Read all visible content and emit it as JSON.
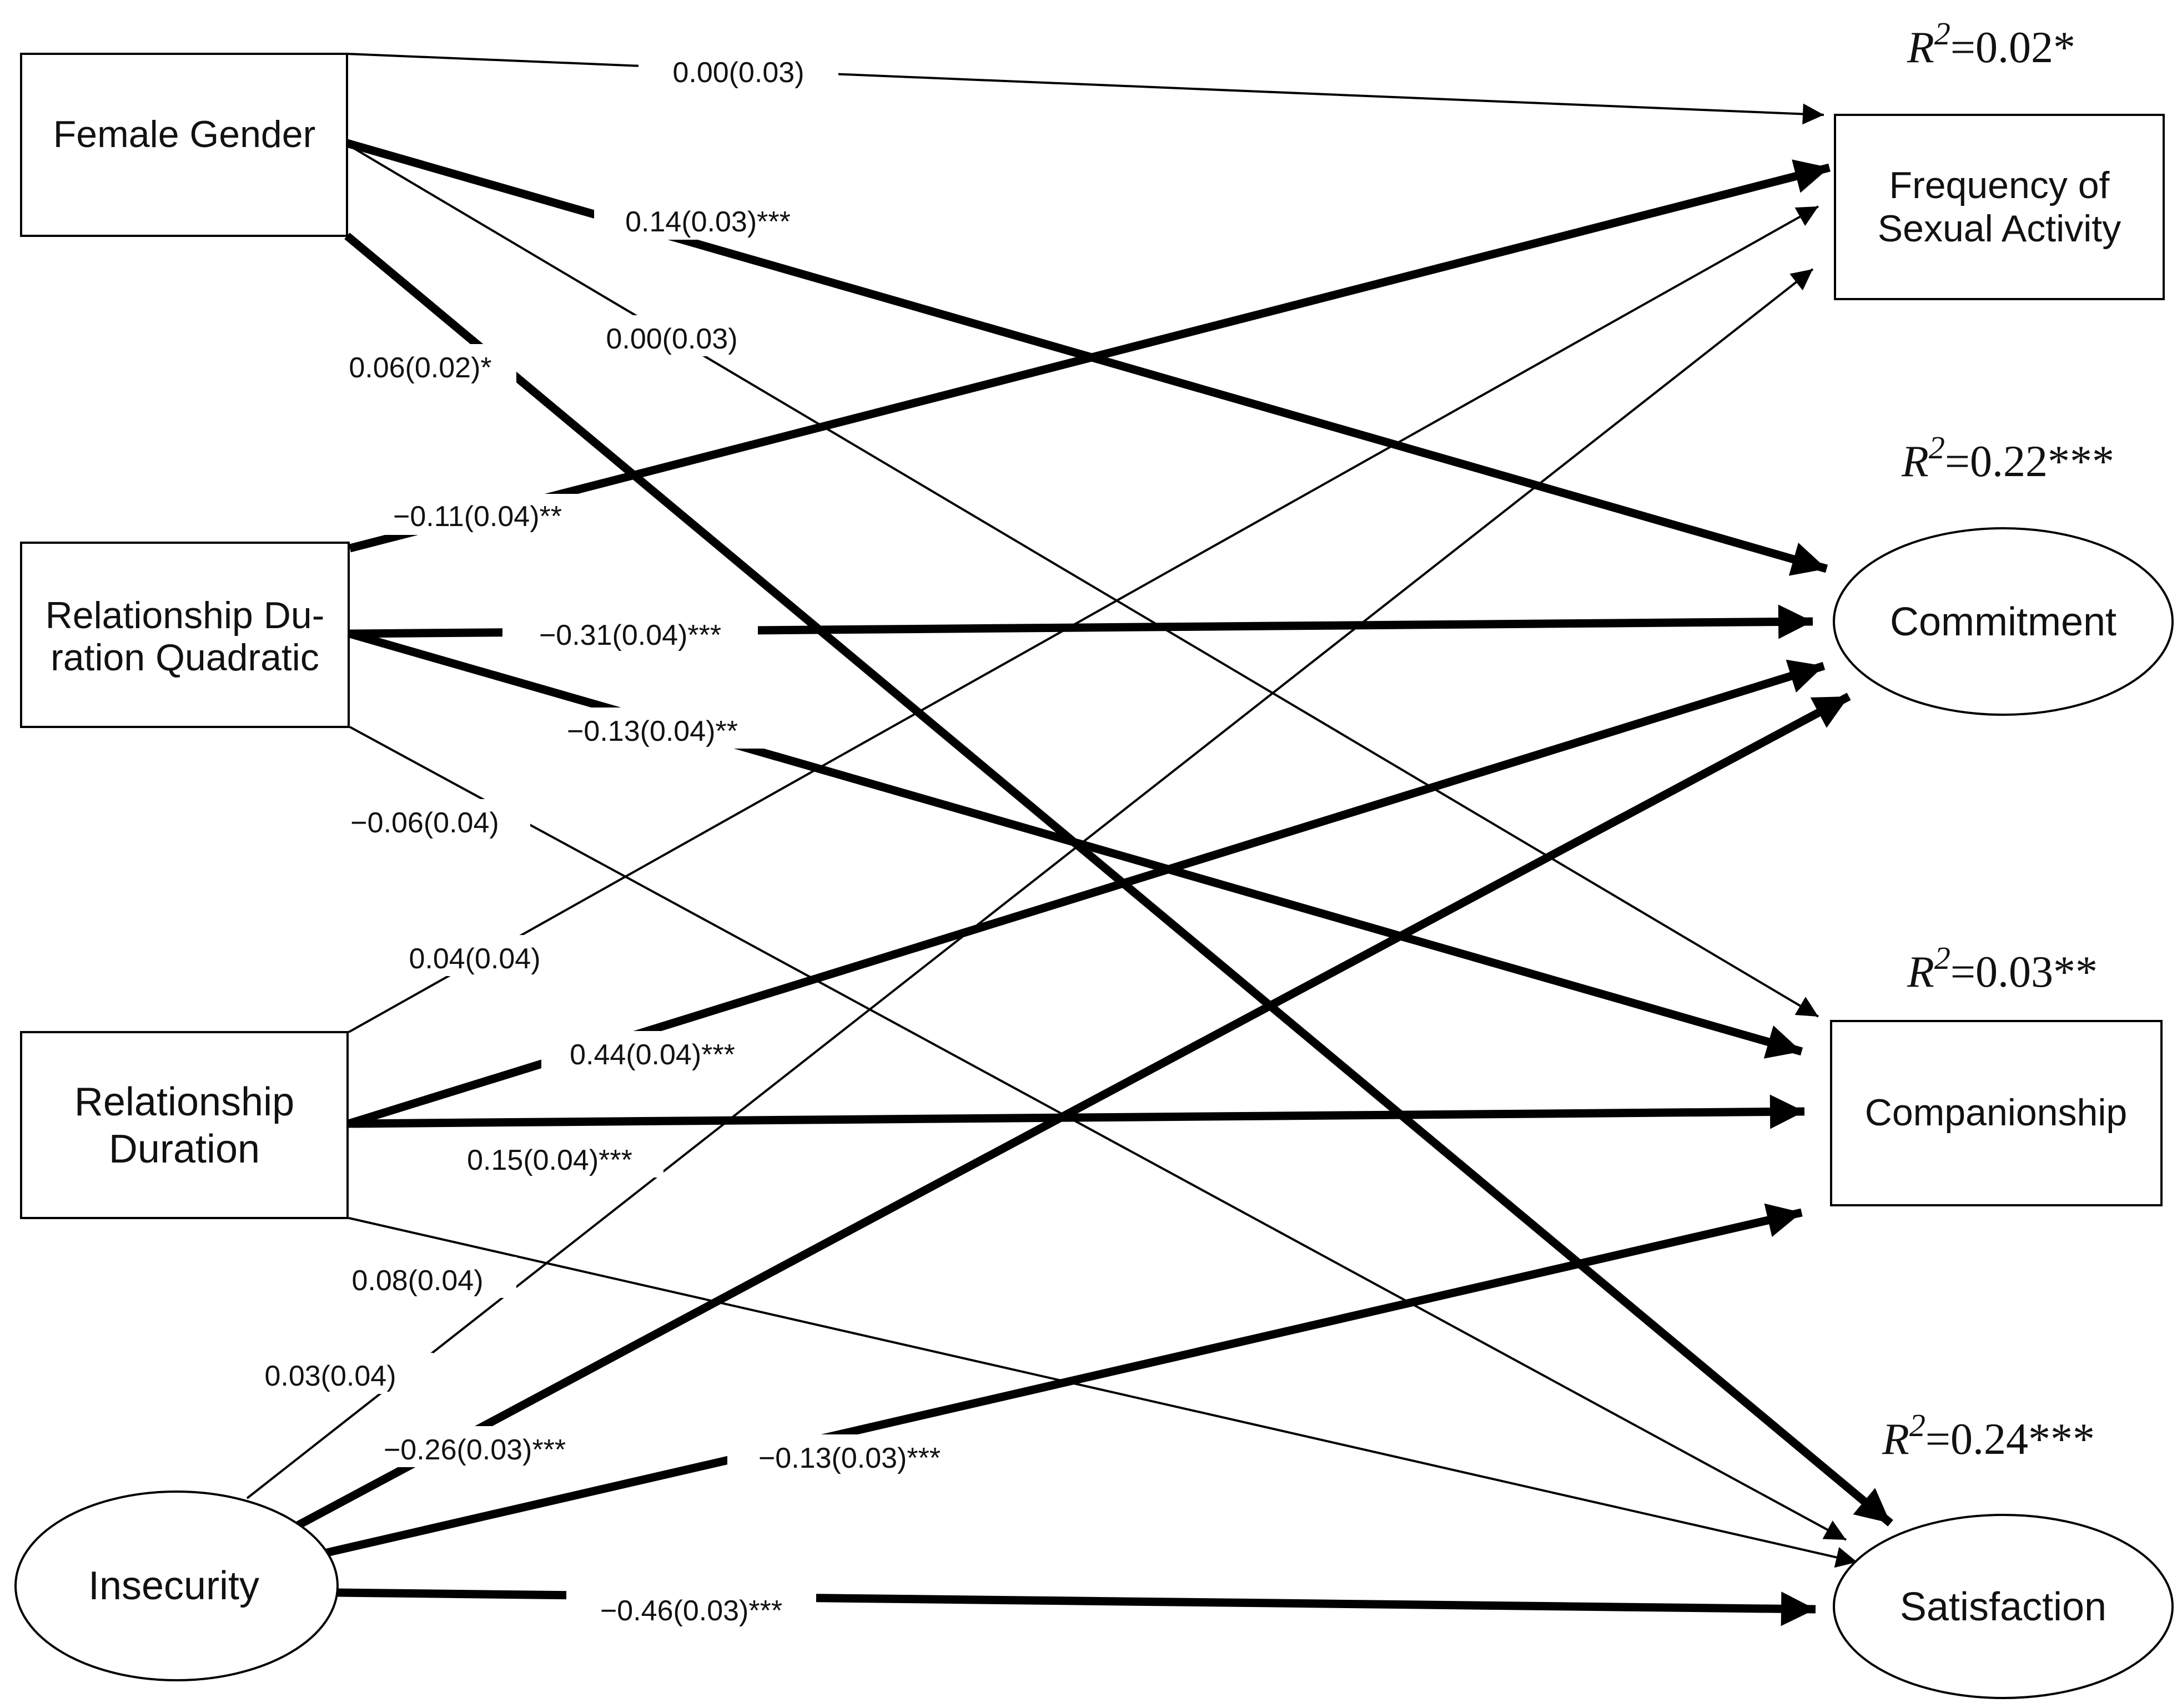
{
  "nodes": {
    "female_gender": "Female Gender",
    "rel_dur_quad_line1": "Relationship Du-",
    "rel_dur_quad_line2": "ration Quadratic",
    "rel_dur_line1": "Relationship",
    "rel_dur_line2": "Duration",
    "insecurity": "Insecurity",
    "freq_line1": "Frequency of",
    "freq_line2": "Sexual Activity",
    "commitment": "Commitment",
    "companionship": "Companionship",
    "satisfaction": "Satisfaction"
  },
  "r2": {
    "symbol": "R",
    "exponent": "2",
    "freq": "=0.02*",
    "commitment": "=0.22***",
    "companionship": "=0.03**",
    "satisfaction": "=0.24***"
  },
  "paths": {
    "fg_freq": "0.00(0.03)",
    "fg_commit": "0.14(0.03)***",
    "fg_comp": "0.00(0.03)",
    "fg_sat": "0.06(0.02)*",
    "rdq_freq": "−0.11(0.04)**",
    "rdq_commit": "−0.31(0.04)***",
    "rdq_comp": "−0.13(0.04)**",
    "rdq_sat": "−0.06(0.04)",
    "rd_freq": "0.04(0.04)",
    "rd_commit": "0.44(0.04)***",
    "rd_comp": "0.15(0.04)***",
    "rd_sat": "0.08(0.04)",
    "ins_freq": "0.03(0.04)",
    "ins_commit": "−0.26(0.03)***",
    "ins_comp": "−0.13(0.03)***",
    "ins_sat": "−0.46(0.03)***"
  }
}
